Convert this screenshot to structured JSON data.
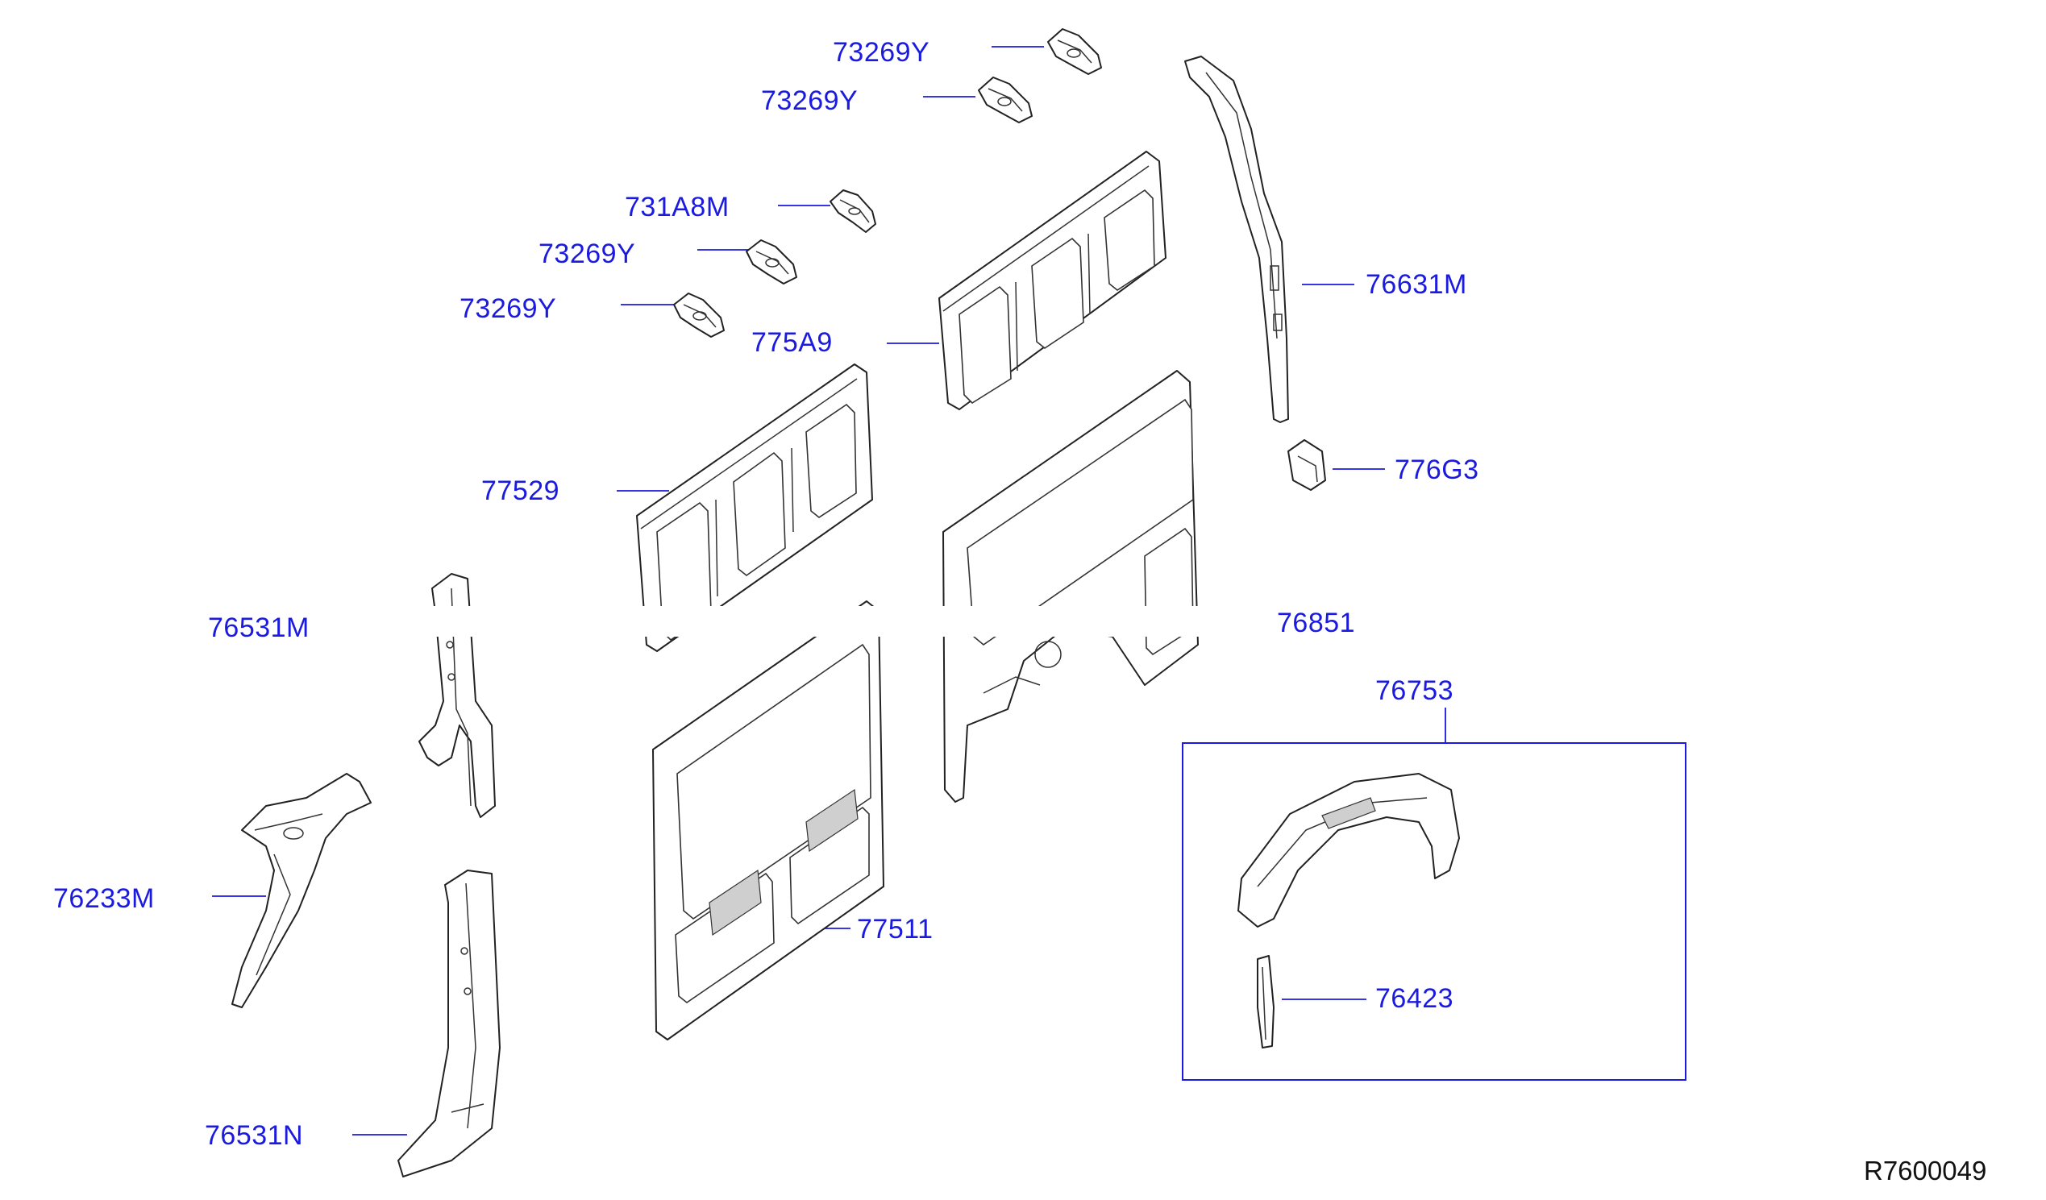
{
  "diagram": {
    "reference_code": "R7600049",
    "callouts": {
      "c01": "73269Y",
      "c02": "73269Y",
      "c03": "731A8M",
      "c04": "73269Y",
      "c05": "73269Y",
      "c06": "775A9",
      "c07": "76631M",
      "c08": "776G3",
      "c09": "77529",
      "c10": "76851",
      "c11": "76531M",
      "c12": "76753",
      "c13": "76233M",
      "c14": "77511",
      "c15": "76423",
      "c16": "76531N"
    },
    "line_color": "#1a1ae0",
    "drawing_color": "#222222"
  }
}
